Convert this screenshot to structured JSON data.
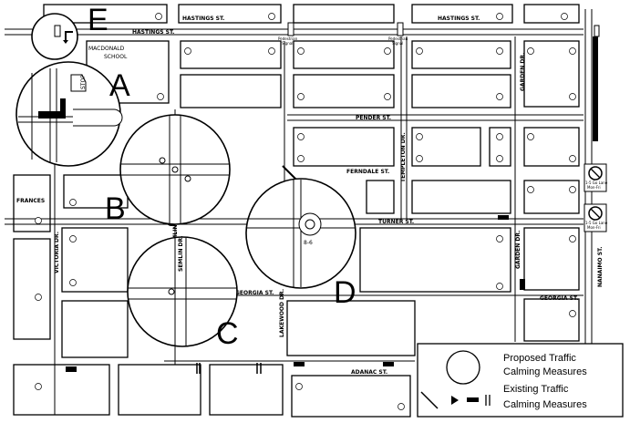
{
  "streets": {
    "hastings_1": "HASTINGS  ST.",
    "hastings_2": "HASTINGS  ST.",
    "hastings_3": "HASTINGS  ST.",
    "penticton": "PENDER  ST.",
    "ferndale": "FERNDALE  ST.",
    "turner": "TURNER  ST.",
    "georgia_1": "GEORGIA  ST.",
    "georgia_2": "GEORGIA  ST.",
    "adanac": "ADANAC  ST.",
    "frances": "FRANCES",
    "victoria": "VICTORIA  DR.",
    "templeton": "TEMPLETON  DR.",
    "garden_1": "GARDEN  DR.",
    "garden_2": "GARDEN  DR.",
    "nanaimo": "NANAIMO  ST.",
    "lakewood": "LAKEWOOD  DR.",
    "semlin_1": "SEMLIN",
    "semlin_2": "SEMLIN  DR."
  },
  "places": {
    "school": "MACDONALD",
    "school_2": "SCHOOL",
    "ped_signal_1": "Pedestrian",
    "ped_signal_1b": "Signal",
    "ped_signal_2": "Pedestrian",
    "ped_signal_2b": "Signal",
    "stop": "STOP",
    "sign_1a": "1-5 Go Lane",
    "sign_1b": "Mon-Fri",
    "sign_2a": "1-5 Go Lane",
    "sign_2b": "Mon-Fri",
    "d_code": "8-6"
  },
  "zones": {
    "A": "A",
    "B": "B",
    "C": "C",
    "D": "D",
    "E": "E"
  },
  "legend": {
    "proposed_1": "Proposed Traffic",
    "proposed_2": "Calming Measures",
    "existing_1": "Existing Traffic",
    "existing_2": "Calming Measures"
  }
}
